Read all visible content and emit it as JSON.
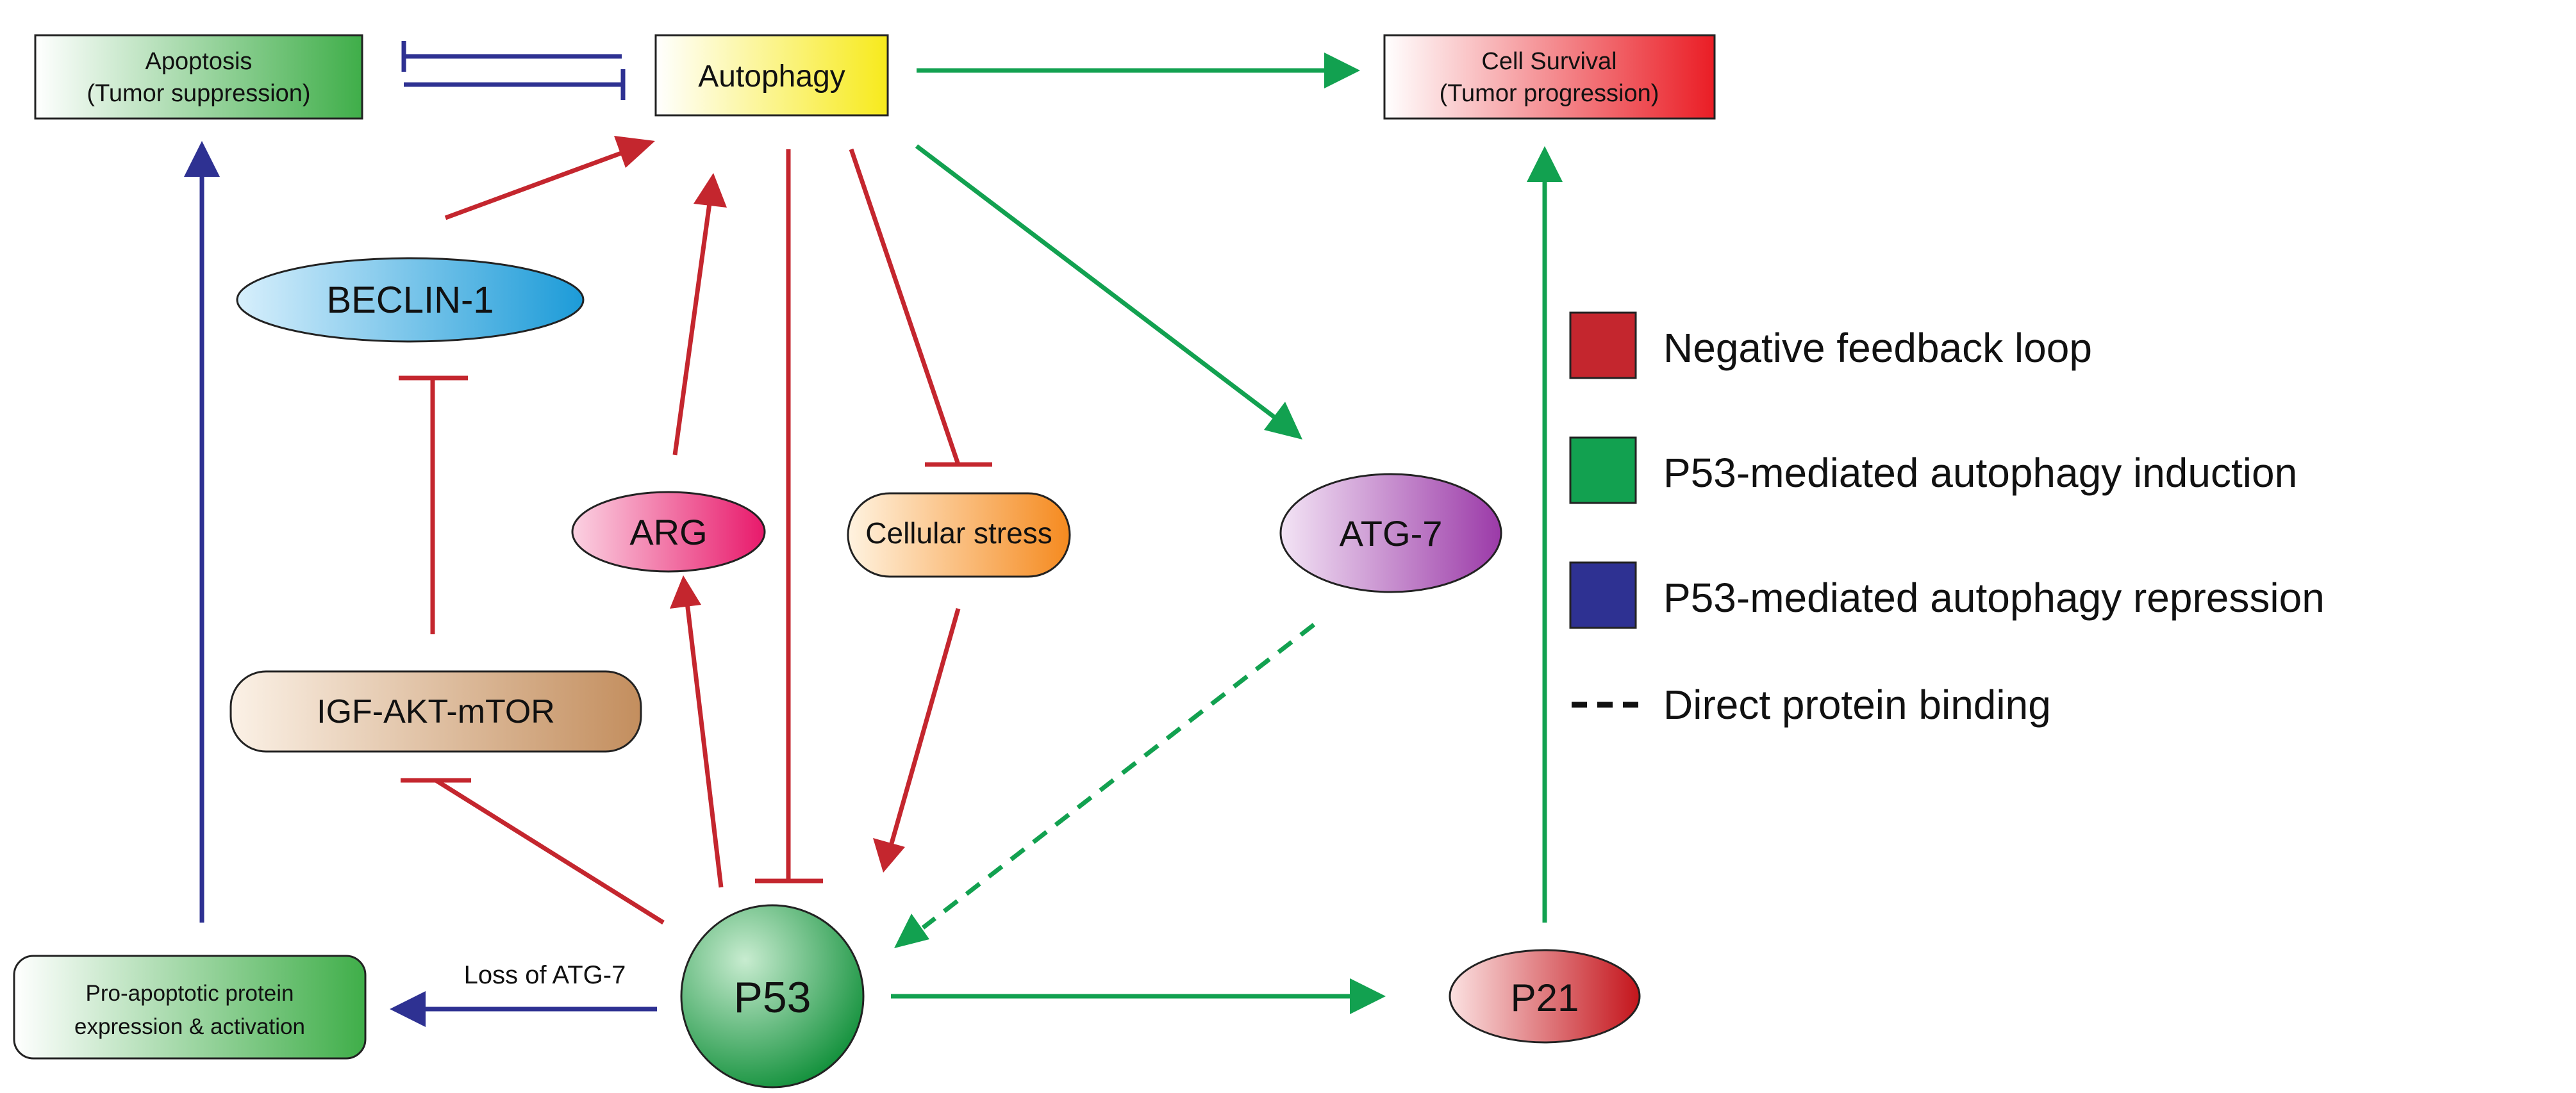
{
  "boxes": {
    "apoptosis": {
      "line1": "Apoptosis",
      "line2": "(Tumor suppression)"
    },
    "autophagy": {
      "label": "Autophagy"
    },
    "cell_survival": {
      "line1": "Cell Survival",
      "line2": "(Tumor progression)"
    },
    "pro_apoptotic": {
      "line1": "Pro-apoptotic protein",
      "line2": "expression & activation"
    }
  },
  "nodes": {
    "beclin": "BECLIN-1",
    "arg": "ARG",
    "cellular_stress": "Cellular stress",
    "atg7": "ATG-7",
    "igf": "IGF-AKT-mTOR",
    "p53": "P53",
    "p21": "P21"
  },
  "edge_labels": {
    "loss_atg7": "Loss of ATG-7"
  },
  "legend": [
    {
      "label": "Negative feedback loop",
      "color": "#c4262e"
    },
    {
      "label": "P53-mediated autophagy induction",
      "color": "#12a150"
    },
    {
      "label": "P53-mediated autophagy repression",
      "color": "#2e3192"
    },
    {
      "label": "Direct protein binding",
      "style": "dashed"
    }
  ],
  "colors": {
    "red": "#c4262e",
    "green": "#12a150",
    "blue": "#2e3192"
  }
}
